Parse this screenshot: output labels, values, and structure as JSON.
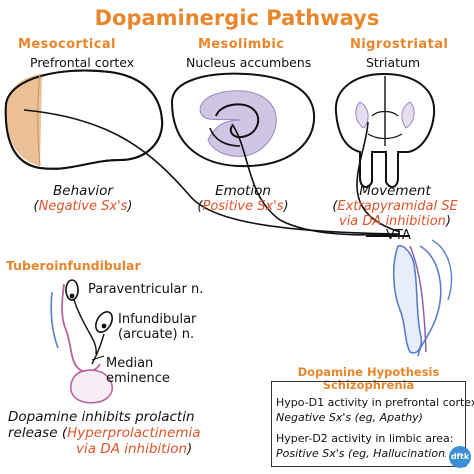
{
  "title": "Dopaminergic Pathways",
  "pathways": [
    {
      "name": "Mesocortical",
      "region": "Prefrontal cortex",
      "effect": "Behavior",
      "sx": "Negative Sx's",
      "sx2": ""
    },
    {
      "name": "Mesolimbic",
      "region": "Nucleus accumbens",
      "effect": "Emotion",
      "sx": "Positive Sx's",
      "sx2": ""
    },
    {
      "name": "Nigrostriatal",
      "region": "Striatum",
      "effect": "Movement",
      "sx": "Extrapyramidal SE",
      "sx2": "via DA inhibition"
    }
  ],
  "vta_label": "VTA",
  "tuberoinfundibular": {
    "title": "Tuberoinfundibular",
    "paraventricular": "Paraventricular n.",
    "infundibular_1": "Infundibular",
    "infundibular_2": "(arcuate) n.",
    "median_1": "Median",
    "median_2": "eminence",
    "bottom_1": "Dopamine inhibits prolactin",
    "bottom_2_prefix": "release (",
    "bottom_2_orange": "Hyperprolactinemia",
    "bottom_3": "via DA inhibition",
    "bottom_3_suffix": ")"
  },
  "hypothesis": {
    "title_1": "Dopamine Hypothesis",
    "title_2": "Schizophrenia",
    "line_1": "Hypo-D1 activity in prefrontal cortex:",
    "line_2": "Negative Sx's (eg, Apathy)",
    "line_3": "Hyper-D2 activity in limbic area:",
    "line_4": "Positive Sx's (eg, Hallucinations)"
  },
  "badge_text": "dftk",
  "colors": {
    "accent_orange": "#e8862c",
    "sx_orange": "#e0542a",
    "cortex_fill": "#e9b98b",
    "limbic_fill": "#cfc6e3",
    "striatum_fill": "#e6def0",
    "tract_blue": "#5b7fc7",
    "tract_purple": "#8a5aa8"
  }
}
